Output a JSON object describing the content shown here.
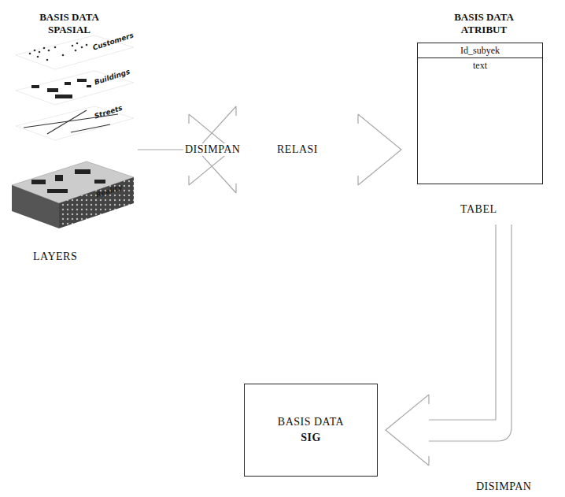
{
  "diagram": {
    "nodes": [
      {
        "text": [
          "BASIS DATA SPASIAL",
          "LAYERS"
        ]
      },
      {
        "text": [
          "BASIS DATA ATRIBUT",
          "Id_subyek",
          "text",
          "TABEL"
        ]
      },
      {
        "text": [
          "BASIS DATA",
          "SIG"
        ]
      }
    ],
    "edges": [
      {
        "from": 0,
        "to": 1,
        "arrow": "both",
        "label": "RELASI"
      },
      {
        "from": 0,
        "to": 2,
        "arrow": "to",
        "label": "DISIMPAN"
      },
      {
        "from": 1,
        "to": 2,
        "arrow": "to",
        "label": "DISIMPAN"
      }
    ],
    "labels": [
      "Customers",
      "Buildings",
      "Streets",
      "Reality"
    ]
  }
}
